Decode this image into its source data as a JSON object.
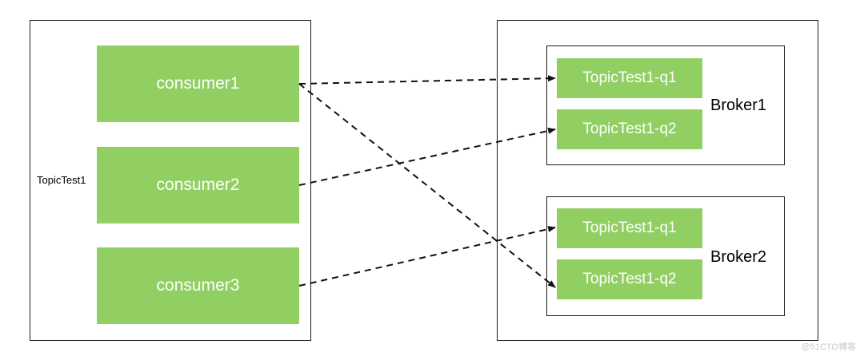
{
  "consumer_group": {
    "label": "TopicTest1",
    "consumers": [
      "consumer1",
      "consumer2",
      "consumer3"
    ]
  },
  "brokers": [
    {
      "name": "Broker1",
      "queues": [
        "TopicTest1-q1",
        "TopicTest1-q2"
      ]
    },
    {
      "name": "Broker2",
      "queues": [
        "TopicTest1-q1",
        "TopicTest1-q2"
      ]
    }
  ],
  "assignments": [
    {
      "from": "consumer1",
      "to": "Broker1 / TopicTest1-q1"
    },
    {
      "from": "consumer1",
      "to": "Broker2 / TopicTest1-q2"
    },
    {
      "from": "consumer2",
      "to": "Broker1 / TopicTest1-q2"
    },
    {
      "from": "consumer3",
      "to": "Broker2 / TopicTest1-q1"
    }
  ],
  "watermark": "@51CTO博客",
  "colors": {
    "box_fill": "#92cf63",
    "box_text": "#ffffff",
    "stroke": "#1a1a1a"
  }
}
